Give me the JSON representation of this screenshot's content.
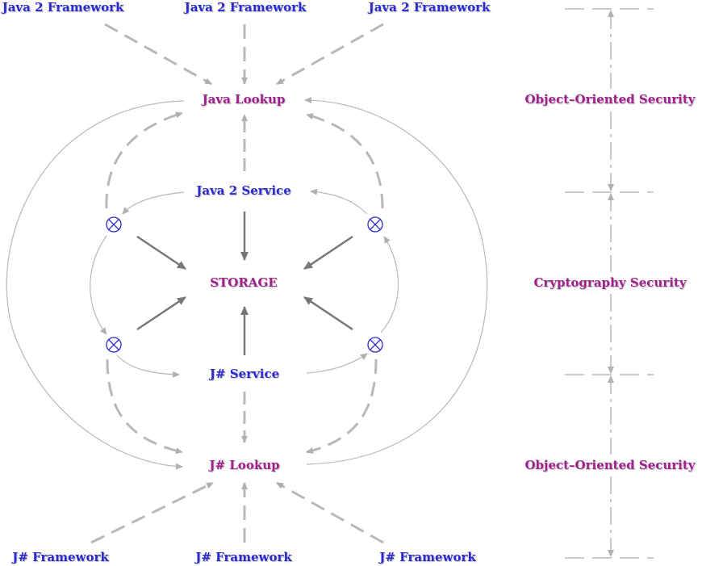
{
  "nodes": {
    "java_frameworks": [
      "Java 2 Framework",
      "Java 2 Framework",
      "Java 2 Framework"
    ],
    "java_lookup": "Java Lookup",
    "java_service": "Java 2 Service",
    "storage": "STORAGE",
    "jsharp_service": "J# Service",
    "jsharp_lookup": "J# Lookup",
    "jsharp_frameworks": [
      "J# Framework",
      "J# Framework",
      "J# Framework"
    ]
  },
  "security_layers": [
    "Object–Oriented Security",
    "Cryptography Security",
    "Object–Oriented Security"
  ],
  "colors": {
    "framework_text": "#2a2ad0",
    "lookup_text": "#a0208c",
    "light_arrow": "#b8b8b8",
    "dark_arrow": "#777777",
    "junction": "#2a2ad0"
  },
  "icons": {
    "junction": "circled-times-icon"
  }
}
